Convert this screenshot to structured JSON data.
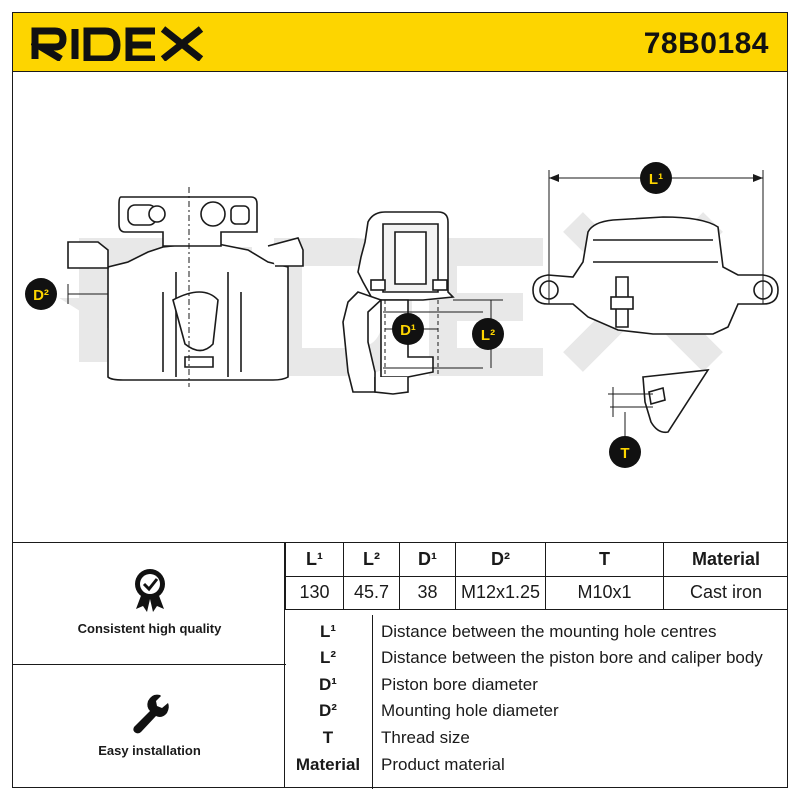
{
  "header": {
    "brand": "RIDEX",
    "part_number": "78B0184",
    "accent_color": "#fdd500"
  },
  "drawing": {
    "labels": {
      "l1": "L¹",
      "l2": "L²",
      "d1": "D¹",
      "d2": "D²",
      "t": "T"
    }
  },
  "features": [
    {
      "icon": "quality-badge-icon",
      "label": "Consistent high quality"
    },
    {
      "icon": "wrench-icon",
      "label": "Easy installation"
    }
  ],
  "specs": {
    "headers": [
      "L¹",
      "L²",
      "D¹",
      "D²",
      "T",
      "Material"
    ],
    "values": [
      "130",
      "45.7",
      "38",
      "M12x1.25",
      "M10x1",
      "Cast iron"
    ]
  },
  "legend": [
    {
      "key": "L¹",
      "desc": "Distance between the mounting hole centres"
    },
    {
      "key": "L²",
      "desc": "Distance between the piston bore and caliper body"
    },
    {
      "key": "D¹",
      "desc": "Piston bore diameter"
    },
    {
      "key": "D²",
      "desc": "Mounting hole diameter"
    },
    {
      "key": "T",
      "desc": "Thread size"
    },
    {
      "key": "Material",
      "desc": "Product material"
    }
  ]
}
